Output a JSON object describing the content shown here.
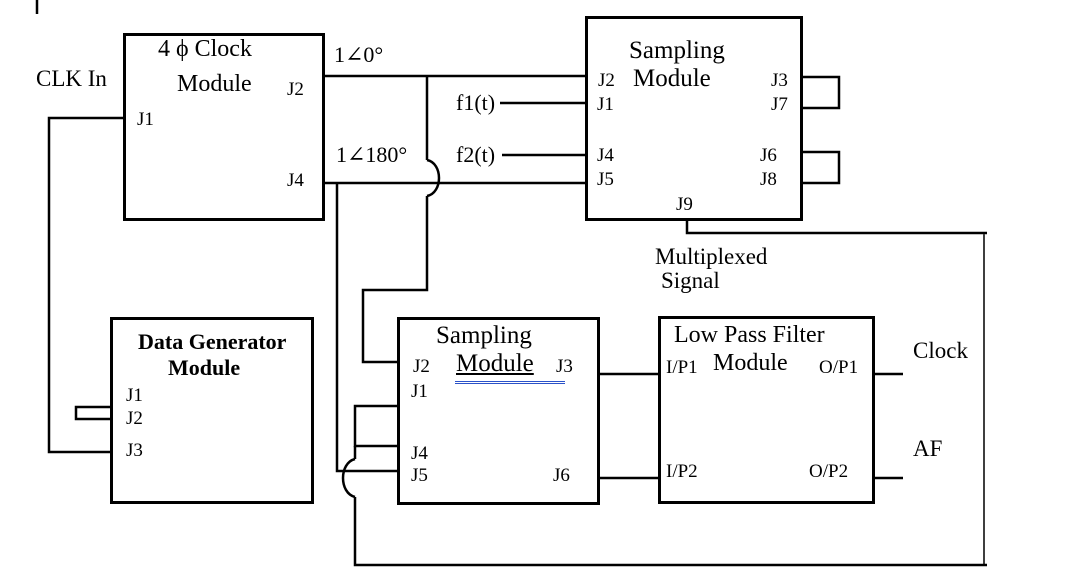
{
  "labels": {
    "clk_in": "CLK In",
    "phase_0": "1∠0°",
    "phase_180": "1∠180°",
    "f1": "f1(t)",
    "f2": "f2(t)",
    "multiplexed_1": "Multiplexed",
    "multiplexed_2": "Signal",
    "clock_out": "Clock",
    "af_out": "AF"
  },
  "modules": {
    "clock": {
      "title_1": "4 ϕ Clock",
      "title_2": "Module",
      "ports": {
        "j1": "J1",
        "j2": "J2",
        "j4": "J4"
      }
    },
    "sampling_top": {
      "title_1": "Sampling",
      "title_2": "Module",
      "ports": {
        "j1": "J1",
        "j2": "J2",
        "j3": "J3",
        "j4": "J4",
        "j5": "J5",
        "j6": "J6",
        "j7": "J7",
        "j8": "J8",
        "j9": "J9"
      }
    },
    "data_generator": {
      "title_1": "Data Generator",
      "title_2": "Module",
      "ports": {
        "j1": "J1",
        "j2": "J2",
        "j3": "J3"
      }
    },
    "sampling_bottom": {
      "title_1": "Sampling",
      "title_2": "Module",
      "ports": {
        "j1": "J1",
        "j2": "J2",
        "j3": "J3",
        "j4": "J4",
        "j5": "J5",
        "j6": "J6"
      }
    },
    "low_pass_filter": {
      "title_1": "Low Pass Filter",
      "title_2": "Module",
      "ports": {
        "ip1": "I/P1",
        "ip2": "I/P2",
        "op1": "O/P1",
        "op2": "O/P2"
      }
    }
  },
  "colors": {
    "wire": "#000000",
    "long_wire_gray": "#3f3f3f",
    "underline_accent": "#2b52c9"
  }
}
